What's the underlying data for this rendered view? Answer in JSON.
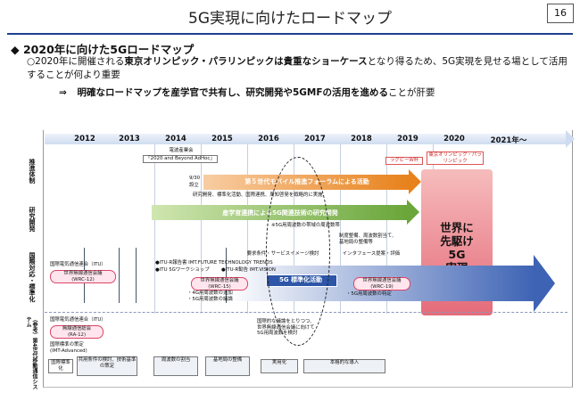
{
  "header": {
    "title": "5G実現に向けたロードマップ",
    "page_number": "16"
  },
  "section": {
    "heading": "2020年に向けた5Gロードマップ",
    "bullet_icon": "black-diamond-icon",
    "line1_a": "○2020年に開催される",
    "line1_b": "東京オリンピック・パラリンピックは貴重なショーケース",
    "line1_c": "となり得るため、5G実現を見せる場として活用することが何より重要",
    "arrow": "⇒",
    "line2_bold": "明確なロードマップを産学官で共有し、研究開発や5GMFの活用を進める",
    "line2_tail": "ことが肝要"
  },
  "roadmap": {
    "years": [
      "2012",
      "2013",
      "2014",
      "2015",
      "2016",
      "2017",
      "2018",
      "2019",
      "2020",
      "2021年～"
    ],
    "rows": {
      "promotion": "推進体制",
      "research": "研究開発",
      "international": "国際対応・標準化",
      "reference": "（参考）第4世代移動通信システム"
    },
    "promotion": {
      "council_label": "電波産業会",
      "council_report": "「2020 and Beyond AdHoc」",
      "forum_date": "9/30",
      "forum_setup": "設立",
      "forum_title": "第５世代モバイル推進フォーラムによる活動",
      "forum_desc": "研究開発、標準化活動、国際連携、周知啓発を戦略的に実施",
      "rugby": "ラグビーW杯",
      "olympics": "東京オリンピック・パラリンピック"
    },
    "research": {
      "program_title": "産学官連携による5G関連技術の研究開発",
      "program_note": "※5G用周波数の帯域の周波数帯"
    },
    "realization": [
      "世界に",
      "先駆け",
      "5G",
      "実現"
    ],
    "international": {
      "itu_label": "国際電気通信連合（ITU）",
      "wrc12_title": "世界無線通信会議",
      "wrc12_sub": "(WRC-12)",
      "itu_r_report": "●ITU-R報告書 IMT.FUTURE TECHNOLOGY TRENDS",
      "itu_workshop": "●ITU 5Gワークショップ",
      "itu_vision": "●ITU-R勧告 IMT.VISION",
      "requirements": "要求条件・サービスイメージ検討",
      "interface": "インタフェース提案・評価",
      "spectrum_policy": "制度整備、周波数割当て、",
      "base_station": "基地局の整備等",
      "wrc15_title": "世界無線通信会議",
      "wrc15_sub": "(WRC-15)",
      "wrc15_note1": "・4G用周波数の追加",
      "wrc15_note2": "・5G用周波数の議論",
      "standardization": "5G 標準化活動",
      "wrc19_title": "世界無線通信会議",
      "wrc19_sub": "(WRC-19)",
      "wrc19_note": "・5G用周波数の特定",
      "future_note1": "国際的な議論をとりつつ、",
      "future_note2": "世界無線通信会議に向けて",
      "future_note3": "5G用周波数を検討"
    },
    "reference": {
      "itu_label": "国際電気通信連合（ITU）",
      "ra12_title": "無線通信総会",
      "ra12_sub": "(RA-12)",
      "imt_std_title": "国際標準の策定",
      "imt_std_sub": "(IMT-Advanced)",
      "steps": [
        "国際標準化",
        "共用条件の検討、技術基準の策定",
        "周波数の割当",
        "基地局の整備",
        "実用化",
        "本格的な導入"
      ]
    }
  }
}
